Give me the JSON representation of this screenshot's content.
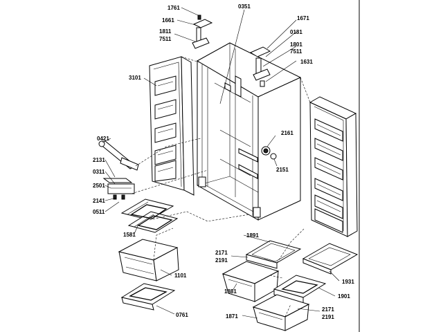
{
  "diagram": {
    "callouts": [
      {
        "id": "c1761",
        "text": "1761"
      },
      {
        "id": "c1661",
        "text": "1661"
      },
      {
        "id": "c1811",
        "text": "1811"
      },
      {
        "id": "c7511a",
        "text": "7511"
      },
      {
        "id": "c3101",
        "text": "3101"
      },
      {
        "id": "c0351",
        "text": "0351"
      },
      {
        "id": "c1671",
        "text": "1671"
      },
      {
        "id": "c0181",
        "text": "0181"
      },
      {
        "id": "c1801",
        "text": "1801"
      },
      {
        "id": "c7511b",
        "text": "7511"
      },
      {
        "id": "c1631",
        "text": "1631"
      },
      {
        "id": "c0421",
        "text": "0421"
      },
      {
        "id": "c2131",
        "text": "2131"
      },
      {
        "id": "c0311",
        "text": "0311"
      },
      {
        "id": "c2501",
        "text": "2501"
      },
      {
        "id": "c2141",
        "text": "2141"
      },
      {
        "id": "c0511",
        "text": "0511"
      },
      {
        "id": "c2161",
        "text": "2161"
      },
      {
        "id": "c2151",
        "text": "2151"
      },
      {
        "id": "c1581",
        "text": "1581"
      },
      {
        "id": "c1891",
        "text": "1891"
      },
      {
        "id": "c2171a",
        "text": "2171"
      },
      {
        "id": "c2191a",
        "text": "2191"
      },
      {
        "id": "c1101",
        "text": "1101"
      },
      {
        "id": "c1931",
        "text": "1931"
      },
      {
        "id": "c1881",
        "text": "1881"
      },
      {
        "id": "c1901",
        "text": "1901"
      },
      {
        "id": "c0761",
        "text": "0761"
      },
      {
        "id": "c1871",
        "text": "1871"
      },
      {
        "id": "c2171b",
        "text": "2171"
      },
      {
        "id": "c2191b",
        "text": "2191"
      }
    ]
  }
}
